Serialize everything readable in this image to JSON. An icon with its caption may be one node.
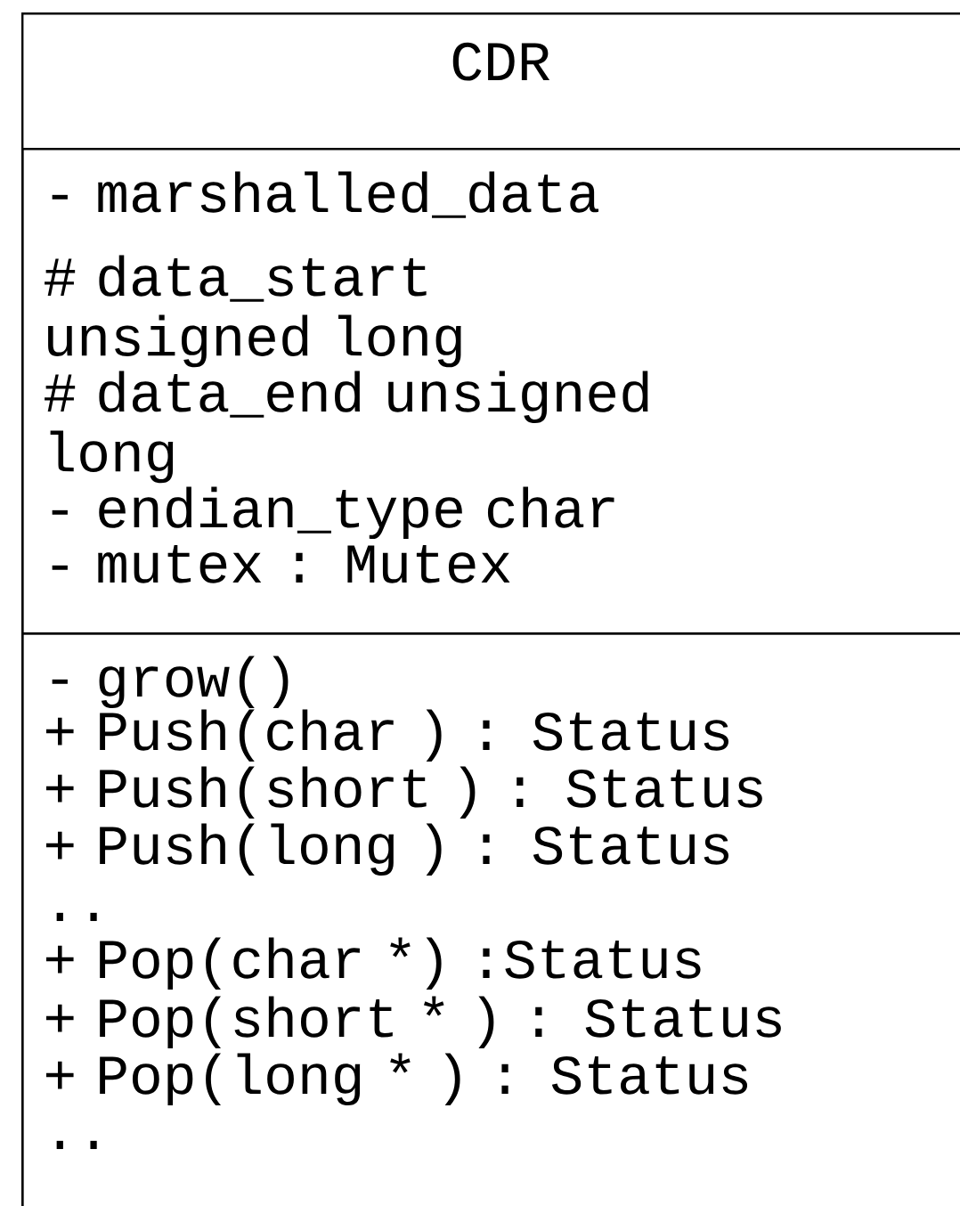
{
  "diagram": {
    "nodes": [
      {
        "text": [
          "CDR"
        ]
      },
      {
        "text": [
          "- marshalled_data",
          "# data_start unsigned long",
          "# data_end unsigned long",
          "- endian_type char",
          "- mutex : Mutex"
        ],
        "in": 0
      },
      {
        "text": [
          "- grow()",
          "+ Push(char ) : Status",
          "+ Push(short ) : Status",
          "+ Push(long ) : Status",
          "..",
          "+ Pop(char *) :Status",
          "+ Pop(short * ) : Status",
          "+ Pop(long * ) : Status",
          ".."
        ],
        "in": 0
      }
    ]
  }
}
